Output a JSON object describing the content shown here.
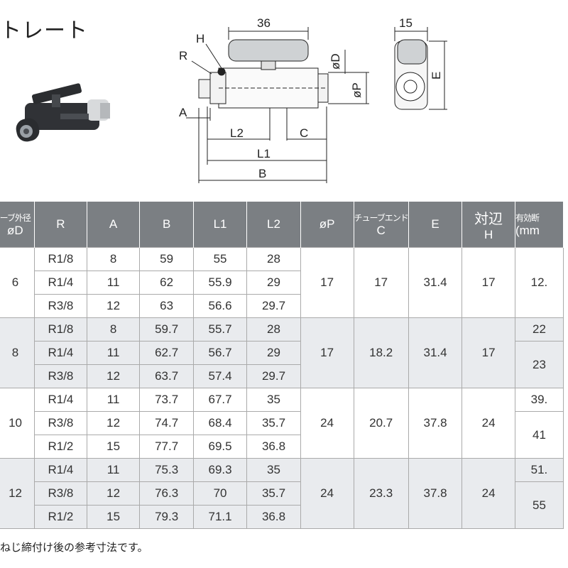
{
  "title": "トレート",
  "drawing": {
    "labels": {
      "d36": "36",
      "d15": "15",
      "H": "H",
      "R": "R",
      "A": "A",
      "L2": "L2",
      "L1": "L1",
      "B": "B",
      "C": "C",
      "oD": "øD",
      "oP": "øP",
      "E": "E"
    }
  },
  "table": {
    "headers": {
      "tube_line1": "ーブ外径",
      "tube_line2": "øD",
      "R": "R",
      "A": "A",
      "B": "B",
      "L1": "L1",
      "L2": "L2",
      "P": "øP",
      "C_line1": "チューブエンド",
      "C_line2": "C",
      "E": "E",
      "H_line1": "対辺",
      "H_line2": "H",
      "eff_line1": "有効断",
      "eff_line2": "(mm"
    },
    "groups": [
      {
        "size": "6",
        "P": "17",
        "C": "17",
        "E": "31.4",
        "H": "17",
        "rows": [
          {
            "R": "R1/8",
            "A": "8",
            "B": "59",
            "L1": "55",
            "L2": "28"
          },
          {
            "R": "R1/4",
            "A": "11",
            "B": "62",
            "L1": "55.9",
            "L2": "29"
          },
          {
            "R": "R3/8",
            "A": "12",
            "B": "63",
            "L1": "56.6",
            "L2": "29.7"
          }
        ],
        "eff": [
          {
            "text": "12.",
            "span": 3
          }
        ]
      },
      {
        "size": "8",
        "P": "17",
        "C": "18.2",
        "E": "31.4",
        "H": "17",
        "rows": [
          {
            "R": "R1/8",
            "A": "8",
            "B": "59.7",
            "L1": "55.7",
            "L2": "28"
          },
          {
            "R": "R1/4",
            "A": "11",
            "B": "62.7",
            "L1": "56.7",
            "L2": "29"
          },
          {
            "R": "R3/8",
            "A": "12",
            "B": "63.7",
            "L1": "57.4",
            "L2": "29.7"
          }
        ],
        "eff": [
          {
            "text": "22",
            "span": 1
          },
          {
            "text": "23",
            "span": 2
          }
        ]
      },
      {
        "size": "10",
        "P": "24",
        "C": "20.7",
        "E": "37.8",
        "H": "24",
        "rows": [
          {
            "R": "R1/4",
            "A": "11",
            "B": "73.7",
            "L1": "67.7",
            "L2": "35"
          },
          {
            "R": "R3/8",
            "A": "12",
            "B": "74.7",
            "L1": "68.4",
            "L2": "35.7"
          },
          {
            "R": "R1/2",
            "A": "15",
            "B": "77.7",
            "L1": "69.5",
            "L2": "36.8"
          }
        ],
        "eff": [
          {
            "text": "39.",
            "span": 1
          },
          {
            "text": "41",
            "span": 2
          }
        ]
      },
      {
        "size": "12",
        "P": "24",
        "C": "23.3",
        "E": "37.8",
        "H": "24",
        "rows": [
          {
            "R": "R1/4",
            "A": "11",
            "B": "75.3",
            "L1": "69.3",
            "L2": "35"
          },
          {
            "R": "R3/8",
            "A": "12",
            "B": "76.3",
            "L1": "70",
            "L2": "35.7"
          },
          {
            "R": "R1/2",
            "A": "15",
            "B": "79.3",
            "L1": "71.1",
            "L2": "36.8"
          }
        ],
        "eff": [
          {
            "text": "51.",
            "span": 1
          },
          {
            "text": "55",
            "span": 2
          }
        ]
      }
    ]
  },
  "note": "ねじ締付け後の参考寸法です。"
}
